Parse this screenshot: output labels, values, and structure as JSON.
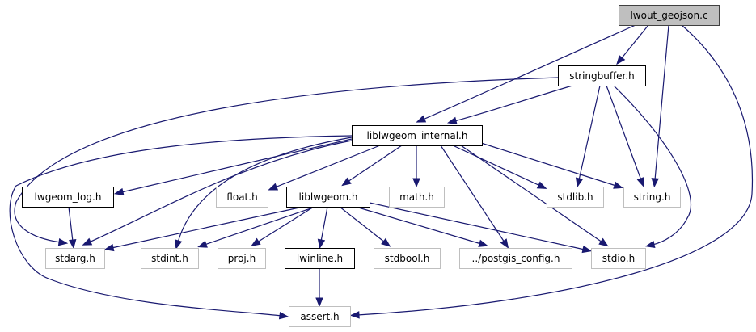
{
  "graph": {
    "title": "lwout_geojson.c include dependency graph",
    "colors": {
      "edge": "#191970",
      "root_fill": "#bfbfbf",
      "root_stroke": "#404040",
      "documented_stroke": "#000000",
      "external_stroke": "#bfbfbf",
      "fill": "#ffffff"
    },
    "nodes": [
      {
        "id": "lwout_geojson_c",
        "label": "lwout_geojson.c",
        "kind": "root"
      },
      {
        "id": "stringbuffer_h",
        "label": "stringbuffer.h",
        "kind": "documented"
      },
      {
        "id": "liblwgeom_internal_h",
        "label": "liblwgeom_internal.h",
        "kind": "documented"
      },
      {
        "id": "lwgeom_log_h",
        "label": "lwgeom_log.h",
        "kind": "documented"
      },
      {
        "id": "float_h",
        "label": "float.h",
        "kind": "external"
      },
      {
        "id": "liblwgeom_h",
        "label": "liblwgeom.h",
        "kind": "documented"
      },
      {
        "id": "math_h",
        "label": "math.h",
        "kind": "external"
      },
      {
        "id": "stdlib_h",
        "label": "stdlib.h",
        "kind": "external"
      },
      {
        "id": "string_h",
        "label": "string.h",
        "kind": "external"
      },
      {
        "id": "stdarg_h",
        "label": "stdarg.h",
        "kind": "external"
      },
      {
        "id": "stdint_h",
        "label": "stdint.h",
        "kind": "external"
      },
      {
        "id": "proj_h",
        "label": "proj.h",
        "kind": "external"
      },
      {
        "id": "lwinline_h",
        "label": "lwinline.h",
        "kind": "documented"
      },
      {
        "id": "stdbool_h",
        "label": "stdbool.h",
        "kind": "external"
      },
      {
        "id": "postgis_config_h",
        "label": "../postgis_config.h",
        "kind": "external"
      },
      {
        "id": "stdio_h",
        "label": "stdio.h",
        "kind": "external"
      },
      {
        "id": "assert_h",
        "label": "assert.h",
        "kind": "external"
      }
    ],
    "edges": [
      {
        "from": "lwout_geojson_c",
        "to": "stringbuffer_h"
      },
      {
        "from": "lwout_geojson_c",
        "to": "liblwgeom_internal_h"
      },
      {
        "from": "lwout_geojson_c",
        "to": "string_h"
      },
      {
        "from": "lwout_geojson_c",
        "to": "assert_h"
      },
      {
        "from": "stringbuffer_h",
        "to": "liblwgeom_internal_h"
      },
      {
        "from": "stringbuffer_h",
        "to": "stdarg_h"
      },
      {
        "from": "stringbuffer_h",
        "to": "stdlib_h"
      },
      {
        "from": "stringbuffer_h",
        "to": "string_h"
      },
      {
        "from": "stringbuffer_h",
        "to": "stdio_h"
      },
      {
        "from": "liblwgeom_internal_h",
        "to": "lwgeom_log_h"
      },
      {
        "from": "liblwgeom_internal_h",
        "to": "float_h"
      },
      {
        "from": "liblwgeom_internal_h",
        "to": "liblwgeom_h"
      },
      {
        "from": "liblwgeom_internal_h",
        "to": "math_h"
      },
      {
        "from": "liblwgeom_internal_h",
        "to": "stdlib_h"
      },
      {
        "from": "liblwgeom_internal_h",
        "to": "string_h"
      },
      {
        "from": "liblwgeom_internal_h",
        "to": "stdarg_h"
      },
      {
        "from": "liblwgeom_internal_h",
        "to": "stdint_h"
      },
      {
        "from": "liblwgeom_internal_h",
        "to": "postgis_config_h"
      },
      {
        "from": "liblwgeom_internal_h",
        "to": "stdio_h"
      },
      {
        "from": "liblwgeom_internal_h",
        "to": "assert_h"
      },
      {
        "from": "lwgeom_log_h",
        "to": "stdarg_h"
      },
      {
        "from": "liblwgeom_h",
        "to": "stdarg_h"
      },
      {
        "from": "liblwgeom_h",
        "to": "stdint_h"
      },
      {
        "from": "liblwgeom_h",
        "to": "proj_h"
      },
      {
        "from": "liblwgeom_h",
        "to": "lwinline_h"
      },
      {
        "from": "liblwgeom_h",
        "to": "stdbool_h"
      },
      {
        "from": "liblwgeom_h",
        "to": "postgis_config_h"
      },
      {
        "from": "liblwgeom_h",
        "to": "stdio_h"
      },
      {
        "from": "lwinline_h",
        "to": "assert_h"
      }
    ]
  }
}
